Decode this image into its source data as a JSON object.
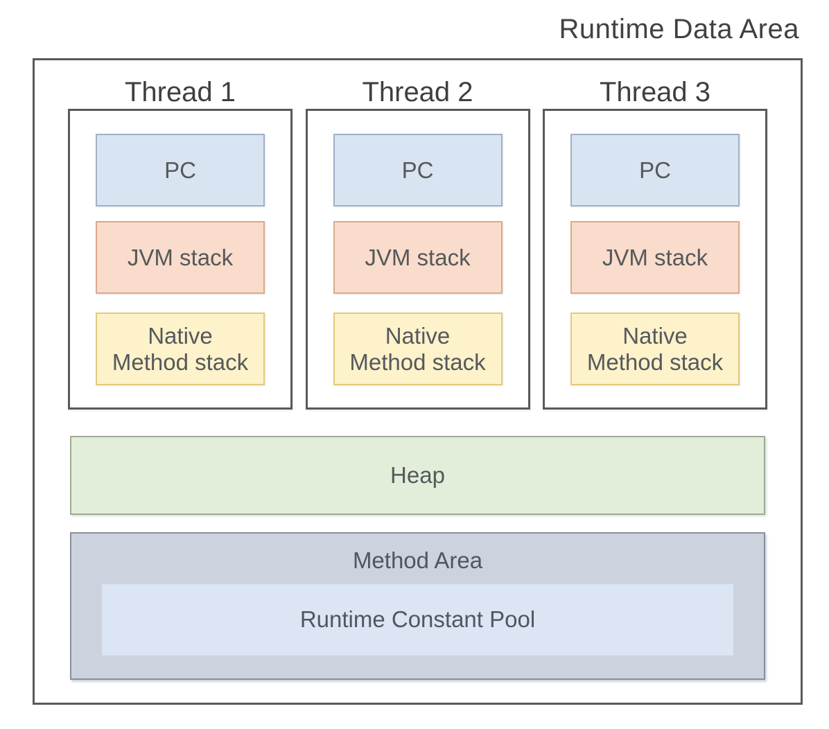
{
  "title": "Runtime Data Area",
  "threads": [
    {
      "label": "Thread 1",
      "boxes": [
        {
          "name": "pc",
          "label": "PC"
        },
        {
          "name": "jvm-stack",
          "label": "JVM stack"
        },
        {
          "name": "native-method-stack",
          "label": "Native\nMethod stack"
        }
      ]
    },
    {
      "label": "Thread 2",
      "boxes": [
        {
          "name": "pc",
          "label": "PC"
        },
        {
          "name": "jvm-stack",
          "label": "JVM stack"
        },
        {
          "name": "native-method-stack",
          "label": "Native\nMethod stack"
        }
      ]
    },
    {
      "label": "Thread 3",
      "boxes": [
        {
          "name": "pc",
          "label": "PC"
        },
        {
          "name": "jvm-stack",
          "label": "JVM stack"
        },
        {
          "name": "native-method-stack",
          "label": "Native\nMethod stack"
        }
      ]
    }
  ],
  "heap": {
    "label": "Heap"
  },
  "method_area": {
    "label": "Method Area",
    "runtime_constant_pool": {
      "label": "Runtime Constant Pool"
    }
  },
  "colors": {
    "outer-border": "#59595b",
    "thread-border": "#59595b",
    "pc-fill": "#d9e4f2",
    "pc-border": "#9fb1c6",
    "jvm-fill": "#f9dccb",
    "jvm-border": "#dda98b",
    "native-fill": "#fdf2ca",
    "native-border": "#e2ca7e",
    "heap-fill": "#e3eeda",
    "heap-border": "#9dab94",
    "method-fill": "#ccd3df",
    "method-border": "#878f9c",
    "rcp-fill": "#dbe5f3",
    "rcp-border": "#c6d2e2"
  }
}
